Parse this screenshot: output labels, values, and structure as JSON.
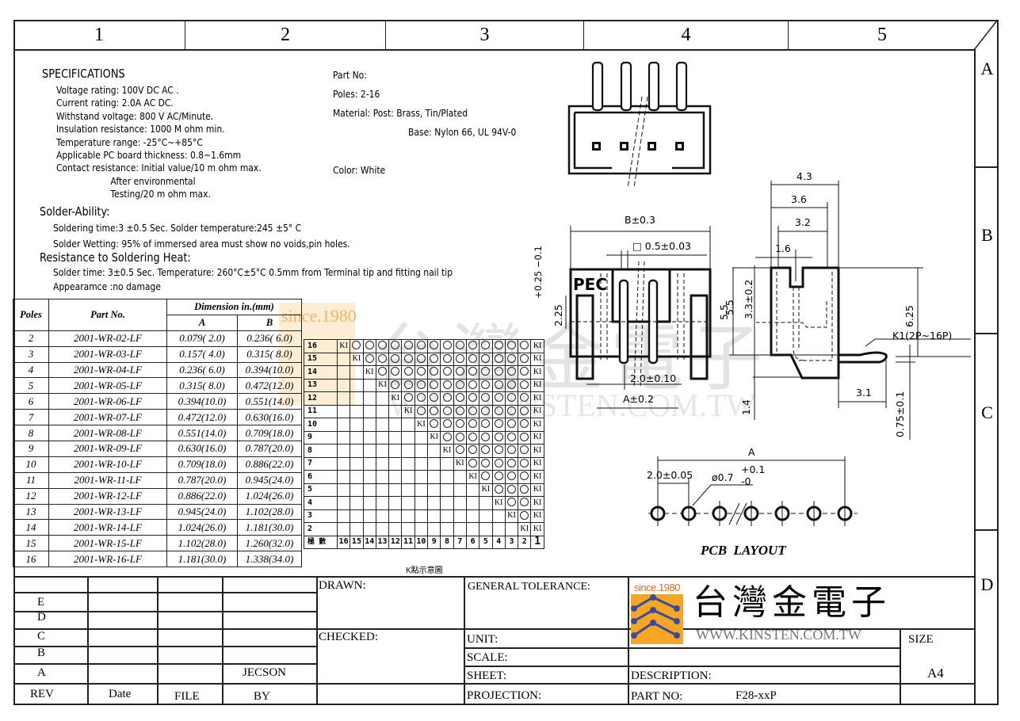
{
  "frame": {
    "columns": [
      "1",
      "2",
      "3",
      "4",
      "5"
    ],
    "rows": [
      "A",
      "B",
      "C",
      "D"
    ]
  },
  "specifications": {
    "title": "SPECIFICATIONS",
    "lines": [
      "Voltage rating: 100V DC AC .",
      "Current rating: 2.0A AC DC.",
      "Withstand voltage: 800 V AC/Minute.",
      "Insulation resistance: 1000 M ohm min.",
      "Temperature range: -25°C~+85°C",
      "Applicable PC board thickness: 0.8~1.6mm",
      "Contact resistance: Initial value/10 m ohm max.",
      "                    After environmental",
      "                    Testing/20 m ohm max."
    ],
    "solder_ability_title": "Solder-Ability:",
    "solder_ability_lines": [
      "Soldering time:3 ±0.5 Sec. Solder temperature:245 ±5° C",
      "Solder Wetting: 95% of immersed area must show no voids,pin holes."
    ],
    "heat_title": "Resistance to Soldering Heat:",
    "heat_lines": [
      "Solder time: 3±0.5 Sec. Temperature: 260°C±5°C 0.5mm from Terminal tip and fitting nail tip",
      "Appearamce :no damage"
    ]
  },
  "part_info": {
    "part_no_label": "Part No:",
    "poles": "Poles: 2-16",
    "material_post": "Material: Post: Brass, Tin/Plated",
    "material_base": "Base: Nylon 66, UL 94V-0",
    "color": "Color: White"
  },
  "pole_table": {
    "header_poles": "Poles",
    "header_part": "Part No.",
    "header_dimension": "Dimension  in.(mm)",
    "header_a": "A",
    "header_b": "B",
    "rows": [
      {
        "poles": "2",
        "part": "2001-WR-02-LF",
        "a": "0.079( 2.0)",
        "b": "0.236( 6.0)"
      },
      {
        "poles": "3",
        "part": "2001-WR-03-LF",
        "a": "0.157( 4.0)",
        "b": "0.315( 8.0)"
      },
      {
        "poles": "4",
        "part": "2001-WR-04-LF",
        "a": "0.236( 6.0)",
        "b": "0.394(10.0)"
      },
      {
        "poles": "5",
        "part": "2001-WR-05-LF",
        "a": "0.315( 8.0)",
        "b": "0.472(12.0)"
      },
      {
        "poles": "6",
        "part": "2001-WR-06-LF",
        "a": "0.394(10.0)",
        "b": "0.551(14.0)"
      },
      {
        "poles": "7",
        "part": "2001-WR-07-LF",
        "a": "0.472(12.0)",
        "b": "0.630(16.0)"
      },
      {
        "poles": "8",
        "part": "2001-WR-08-LF",
        "a": "0.551(14.0)",
        "b": "0.709(18.0)"
      },
      {
        "poles": "9",
        "part": "2001-WR-09-LF",
        "a": "0.630(16.0)",
        "b": "0.787(20.0)"
      },
      {
        "poles": "10",
        "part": "2001-WR-10-LF",
        "a": "0.709(18.0)",
        "b": "0.886(22.0)"
      },
      {
        "poles": "11",
        "part": "2001-WR-11-LF",
        "a": "0.787(20.0)",
        "b": "0.945(24.0)"
      },
      {
        "poles": "12",
        "part": "2001-WR-12-LF",
        "a": "0.886(22.0)",
        "b": "1.024(26.0)"
      },
      {
        "poles": "13",
        "part": "2001-WR-13-LF",
        "a": "0.945(24.0)",
        "b": "1.102(28.0)"
      },
      {
        "poles": "14",
        "part": "2001-WR-14-LF",
        "a": "1.024(26.0)",
        "b": "1.181(30.0)"
      },
      {
        "poles": "15",
        "part": "2001-WR-15-LF",
        "a": "1.102(28.0)",
        "b": "1.260(32.0)"
      },
      {
        "poles": "16",
        "part": "2001-WR-16-LF",
        "a": "1.181(30.0)",
        "b": "1.338(34.0)"
      }
    ]
  },
  "k_chart": {
    "row_labels": [
      "16",
      "15",
      "14",
      "13",
      "12",
      "11",
      "10",
      "9",
      "8",
      "7",
      "6",
      "5",
      "4",
      "3",
      "2"
    ],
    "footer_label": "極 數",
    "column_labels": [
      "16",
      "15",
      "14",
      "13",
      "12",
      "11",
      "10",
      "9",
      "8",
      "7",
      "6",
      "5",
      "4",
      "3",
      "2",
      "1"
    ],
    "marker_text": "KI",
    "caption": "K點示意圖"
  },
  "front_view": {
    "width_dim": "B±0.3",
    "pin_dim": "□ 0.5±0.03",
    "height_tol": "+0.25\n-0.1",
    "height_225": "2.25",
    "height_55": "5.5",
    "pitch_dim": "2.0±0.10",
    "a_dim": "A±0.2",
    "logo_text": "PEC"
  },
  "side_view": {
    "dims": [
      "4.3",
      "3.6",
      "3.2",
      "1.6",
      "3.3±0.2",
      "5.5",
      "6.25",
      "1.4",
      "3.1",
      "0.75±0.1"
    ],
    "k1_label": "K1(2P~16P)"
  },
  "pcb_layout": {
    "a_dim": "A",
    "pitch": "2.0±0.05",
    "hole": "ø0.7",
    "hole_tol_plus": "+0.1",
    "hole_tol_minus": "-0",
    "title": "PCB  LAYOUT"
  },
  "watermark": {
    "chinese": "台灣金電子",
    "url": "WWW.KINSTEN.COM.TW",
    "since": "since.1980"
  },
  "title_block": {
    "rev_rows": [
      "E",
      "D",
      "C",
      "B",
      "A"
    ],
    "by_a": "JECSON",
    "rev_label": "REV",
    "date_label": "Date",
    "file_label": "FILE",
    "by_label": "BY",
    "drawn": "DRAWN:",
    "checked": "CHECKED:",
    "general_tolerance": "GENERAL TOLERANCE:",
    "unit": "UNIT:",
    "scale": "SCALE:",
    "sheet": "SHEET:",
    "projection": "PROJECTION:",
    "description": "DESCRIPTION:",
    "part_no": "PART NO:",
    "part_no_value": "F28-xxP",
    "size": "SIZE",
    "size_value": "A4",
    "company_cn": "台灣金電子",
    "company_url": "WWW.KINSTEN.COM.TW",
    "since": "since.1980",
    "logo_color": "#f5a623",
    "logo_line_color": "#3b4aa0"
  }
}
